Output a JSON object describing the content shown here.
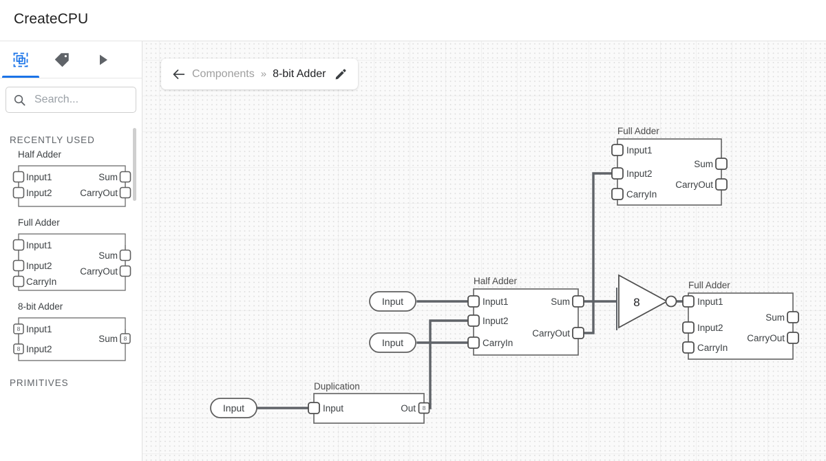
{
  "app": {
    "title": "CreateCPU"
  },
  "tabs": [
    {
      "name": "components",
      "icon": "chip-icon",
      "active": true
    },
    {
      "name": "tags",
      "icon": "tag-icon",
      "active": false
    },
    {
      "name": "run",
      "icon": "play-icon",
      "active": false
    }
  ],
  "search": {
    "placeholder": "Search...",
    "value": "",
    "icon": "search-icon"
  },
  "sidebar": {
    "sections": [
      {
        "label": "RECENTLY USED",
        "items": [
          {
            "title": "Half Adder",
            "inputs": [
              {
                "label": "Input1",
                "bus": false
              },
              {
                "label": "Input2",
                "bus": false
              }
            ],
            "outputs": [
              {
                "label": "Sum",
                "bus": false
              },
              {
                "label": "CarryOut",
                "bus": false
              }
            ]
          },
          {
            "title": "Full Adder",
            "inputs": [
              {
                "label": "Input1",
                "bus": false
              },
              {
                "label": "Input2",
                "bus": false
              },
              {
                "label": "CarryIn",
                "bus": false
              }
            ],
            "outputs": [
              {
                "label": "Sum",
                "bus": false
              },
              {
                "label": "CarryOut",
                "bus": false
              }
            ]
          },
          {
            "title": "8-bit Adder",
            "inputs": [
              {
                "label": "Input1",
                "bus": true,
                "width": "8"
              },
              {
                "label": "Input2",
                "bus": true,
                "width": "8"
              }
            ],
            "outputs": [
              {
                "label": "Sum",
                "bus": true,
                "width": "8"
              }
            ]
          }
        ]
      },
      {
        "label": "PRIMITIVES",
        "items": []
      }
    ]
  },
  "breadcrumb": {
    "back_icon": "arrow-left-icon",
    "parent": "Components",
    "separator": "»",
    "current": "8-bit Adder",
    "edit_icon": "pencil-icon"
  },
  "canvas": {
    "nodes": [
      {
        "id": "full-adder-top",
        "title": "Full Adder",
        "inputs": [
          "Input1",
          "Input2",
          "CarryIn"
        ],
        "outputs": [
          "Sum",
          "CarryOut"
        ]
      },
      {
        "id": "half-adder-mid",
        "title": "Half Adder",
        "inputs": [
          "Input1",
          "Input2",
          "CarryIn"
        ],
        "outputs": [
          "Sum",
          "CarryOut"
        ]
      },
      {
        "id": "full-adder-right",
        "title": "Full Adder",
        "inputs": [
          "Input1",
          "Input2",
          "CarryIn"
        ],
        "outputs": [
          "Sum",
          "CarryOut"
        ]
      },
      {
        "id": "duplication",
        "title": "Duplication",
        "inputs": [
          "Input"
        ],
        "outputs": [
          "Out"
        ],
        "out_width": "8"
      }
    ],
    "input_pills": [
      {
        "id": "input-pill-1",
        "label": "Input"
      },
      {
        "id": "input-pill-2",
        "label": "Input"
      },
      {
        "id": "input-pill-3",
        "label": "Input"
      }
    ],
    "bus_gate": {
      "id": "bus-gate",
      "label": "8",
      "shape": "triangle-with-bubble"
    }
  },
  "colors": {
    "accent": "#1a73e8",
    "canvas_bg": "#fafafa",
    "grid_dot": "#dedede",
    "grid_line": "#f0f0f0",
    "node_stroke": "#5f5f5f",
    "wire": "#5f6368",
    "muted_text": "#9e9e9e"
  }
}
